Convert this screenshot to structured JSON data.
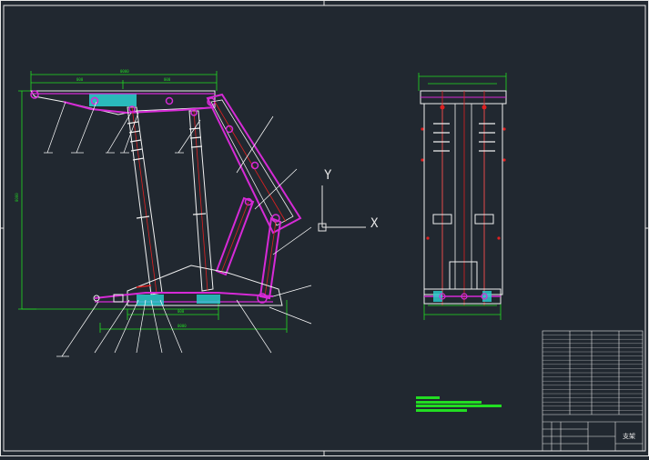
{
  "colors": {
    "background": "#212830",
    "frame": "#e6e6e6",
    "dimension": "#22dd22",
    "part_outline": "#f0f0f0",
    "linkage": "#d62ad6",
    "hydraulic": "#2bd3d3",
    "centerline": "#e02020",
    "leader": "#ffffff"
  },
  "icons": {
    "ucs": "ucs-axis-icon"
  },
  "ucs": {
    "y_label": "Y",
    "x_label": "X"
  },
  "title_block": {
    "drawing_title": "支架"
  },
  "notes": []
}
